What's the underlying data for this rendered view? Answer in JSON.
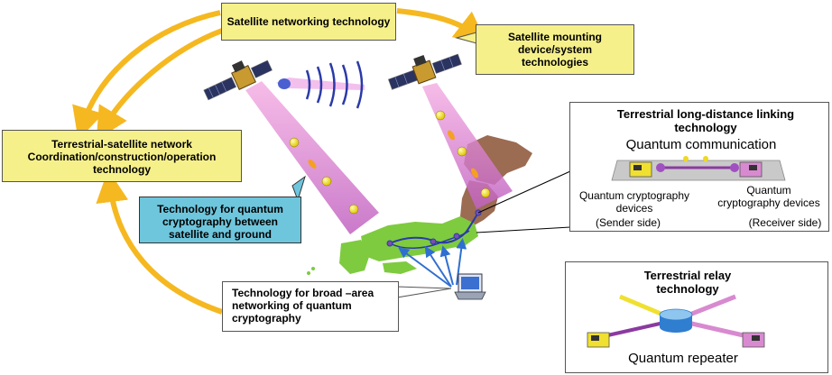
{
  "labels": {
    "satellite_networking": "Satellite networking technology",
    "satellite_mounting": "Satellite mounting device/system technologies",
    "terrestrial_satellite": "Terrestrial-satellite network Coordination/construction/operation technology",
    "quantum_crypto_sat_ground": "Technology for quantum cryptography between satellite and ground",
    "broad_area": "Technology for broad –area networking of quantum cryptography"
  },
  "linking_panel": {
    "title": "Terrestrial long-distance linking technology",
    "subtitle": "Quantum communication",
    "sender_label": "Quantum cryptography devices",
    "sender_side": "(Sender side)",
    "receiver_label": "Quantum cryptography devices",
    "receiver_side": "(Receiver side)"
  },
  "relay_panel": {
    "title": "Terrestrial relay technology",
    "caption": "Quantum repeater"
  },
  "colors": {
    "arrow": "#f5b820",
    "beam": "#d97bd0",
    "map_green": "#7ecb3f",
    "map_brown": "#9b6b52",
    "callout_yellow": "#f6f08a",
    "callout_cyan": "#6ec6dd",
    "network_blue": "#2f6fd0",
    "signal_blue": "#2a3aa8"
  },
  "icons": [
    "satellite-icon",
    "laptop-icon",
    "quantum-device-icon",
    "quantum-repeater-icon"
  ]
}
